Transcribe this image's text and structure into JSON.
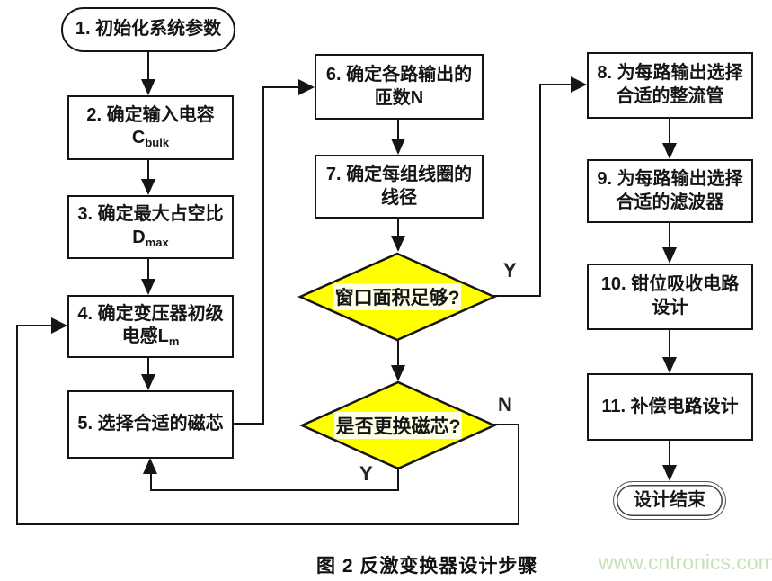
{
  "diagram": {
    "nodes": {
      "start": "1. 初始化系统参数",
      "step2": {
        "line1": "2. 确定输入电容",
        "base": "C",
        "sub": "bulk"
      },
      "step3": {
        "line1": "3. 确定最大占空比",
        "base": "D",
        "sub": "max"
      },
      "step4": {
        "line1": "4. 确定变压器初级",
        "base": "电感L",
        "sub": "m"
      },
      "step5": {
        "line1": "5. 选择合适的磁芯"
      },
      "step6": {
        "line1": "6. 确定各路输出的",
        "line2": "匝数N"
      },
      "step7": {
        "line1": "7. 确定每组线圈的",
        "line2": "线径"
      },
      "decision1": "窗口面积足够?",
      "decision2": "是否更换磁芯?",
      "step8": {
        "line1": "8. 为每路输出选择",
        "line2": "合适的整流管"
      },
      "step9": {
        "line1": "9. 为每路输出选择",
        "line2": "合适的滤波器"
      },
      "step10": {
        "line1": "10. 钳位吸收电路",
        "line2": "设计"
      },
      "step11": {
        "line1": "11. 补偿电路设计"
      },
      "end": "设计结束"
    },
    "branch_labels": {
      "decision1_yes": "Y",
      "decision2_yes": "Y",
      "decision2_no": "N"
    }
  },
  "caption": "图 2 反激变换器设计步骤",
  "watermark": "www.cntronics.com",
  "colors": {
    "decision_fill": "#ffff00",
    "line": "#151515",
    "watermark_text": "#c6e3b7",
    "background": "#ffffff"
  }
}
